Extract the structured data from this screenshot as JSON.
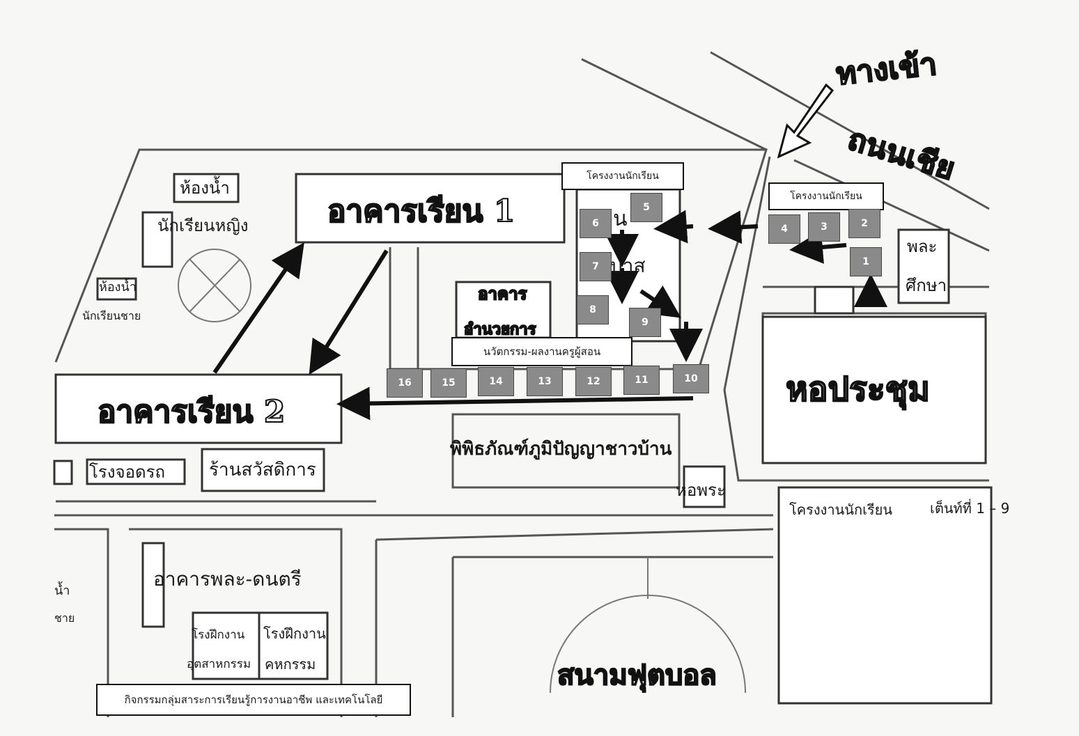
{
  "entrance": "ทางเข้า",
  "road": "ถนนเชีย",
  "buildings": {
    "building1": "อาคารเรียน 1",
    "building2": "อาคารเรียน 2",
    "auditorium": "หอประชุม",
    "museum": "พิพิธภัณฑ์ภูมิปัญญาชาวบ้าน",
    "music": "อาคารพละ-ดนตรี",
    "football": "สนามฟุตบอล",
    "shrine": "หอพระ",
    "shop": "ร้านสวัสดิการ",
    "garage": "โรงจอดรถ",
    "toilet_f_1": "ห้องน้ำ",
    "toilet_f_2": "นักเรียนหญิง",
    "toilet_m_1": "ห้องน้ำ",
    "toilet_m_2": "นักเรียนชาย",
    "pe_1": "พละ",
    "pe_2": "ศึกษา",
    "mid_bldg_1": "อาคาร",
    "mid_bldg_2": "อำนวยการ",
    "workshop1_1": "โรงฝึกงาน",
    "workshop1_2": "อุตสาหกรรม",
    "workshop2_1": "โรงฝึกงาน",
    "workshop2_2": "คหกรรม",
    "left_cut_1": "น้ำ",
    "left_cut_2": "ชาย",
    "bar_1": "น",
    "bar_2": "บาส"
  },
  "labels": {
    "student_project_a": "โครงงานนักเรียน",
    "student_project_b": "โครงงานนักเรียน",
    "teacher_innovation": "นวัตกรรม-ผลงานครูผู้สอน",
    "career_activity": "กิจกรรมกลุ่มสาระการเรียนรู้การงานอาชีพ และเทคโนโลยี"
  },
  "legend": {
    "title": "โครงงานนักเรียน",
    "tents": "เต็นท์ที่ 1 – 9"
  },
  "booths": [
    "1",
    "2",
    "3",
    "4",
    "5",
    "6",
    "7",
    "8",
    "9",
    "10",
    "11",
    "12",
    "13",
    "14",
    "15",
    "16"
  ]
}
